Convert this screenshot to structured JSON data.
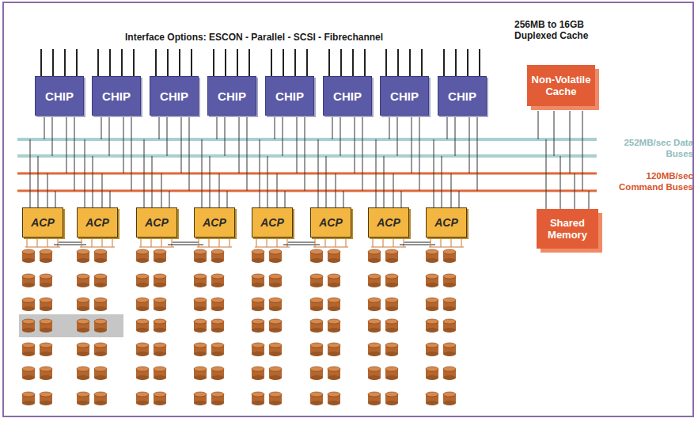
{
  "diagram": {
    "nodes": [
      {
        "text": [
          "CHIP"
        ]
      },
      {
        "text": [
          "CHIP"
        ]
      },
      {
        "text": [
          "CHIP"
        ]
      },
      {
        "text": [
          "CHIP"
        ]
      },
      {
        "text": [
          "CHIP"
        ]
      },
      {
        "text": [
          "CHIP"
        ]
      },
      {
        "text": [
          "CHIP"
        ]
      },
      {
        "text": [
          "CHIP"
        ]
      },
      {
        "text": [
          "Non-Volatile Cache"
        ]
      },
      {
        "text": [
          "ACP"
        ]
      },
      {
        "text": [
          "ACP"
        ]
      },
      {
        "text": [
          "ACP"
        ]
      },
      {
        "text": [
          "ACP"
        ]
      },
      {
        "text": [
          "ACP"
        ]
      },
      {
        "text": [
          "ACP"
        ]
      },
      {
        "text": [
          "ACP"
        ]
      },
      {
        "text": [
          "ACP"
        ]
      },
      {
        "text": [
          "Shared Memory"
        ]
      }
    ],
    "labels": [
      "Interface Options:  ESCON - Parallel - SCSI - Fibrechannel",
      "256MB to 16GB Duplexed Cache",
      "252MB/sec Data Buses",
      "120MB/sec Command Buses"
    ]
  }
}
